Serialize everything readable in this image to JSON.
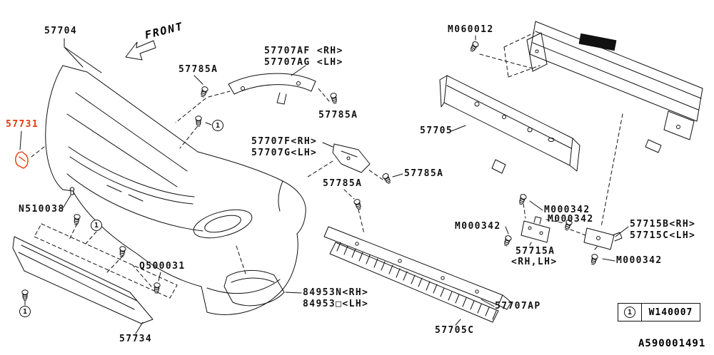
{
  "doc": {
    "drawing_number": "A590001491",
    "front_label": "FRONT",
    "legend": {
      "marker": "1",
      "code": "W140007"
    },
    "colors": {
      "line": "#111111",
      "highlight": "#e8380d",
      "background": "#ffffff"
    }
  },
  "callout_marker": "1",
  "labels": [
    {
      "text": "57704"
    },
    {
      "text": "57785A"
    },
    {
      "text": "57707AF <RH>"
    },
    {
      "text": "57707AG <LH>"
    },
    {
      "text": "57785A"
    },
    {
      "text": "M060012"
    },
    {
      "text": "57705"
    },
    {
      "text": "57731",
      "highlight": true
    },
    {
      "text": "57707F<RH>"
    },
    {
      "text": "57707G<LH>"
    },
    {
      "text": "57785A"
    },
    {
      "text": "57785A"
    },
    {
      "text": "N510038"
    },
    {
      "text": "M000342"
    },
    {
      "text": "M000342"
    },
    {
      "text": "M000342"
    },
    {
      "text": "57715B<RH>"
    },
    {
      "text": "57715C<LH>"
    },
    {
      "text": "57715A"
    },
    {
      "text": "<RH,LH>"
    },
    {
      "text": "M000342"
    },
    {
      "text": "Q500031"
    },
    {
      "text": "84953N<RH>"
    },
    {
      "text": "84953□<LH>"
    },
    {
      "text": "57707AP"
    },
    {
      "text": "57734"
    },
    {
      "text": "57705C"
    }
  ]
}
